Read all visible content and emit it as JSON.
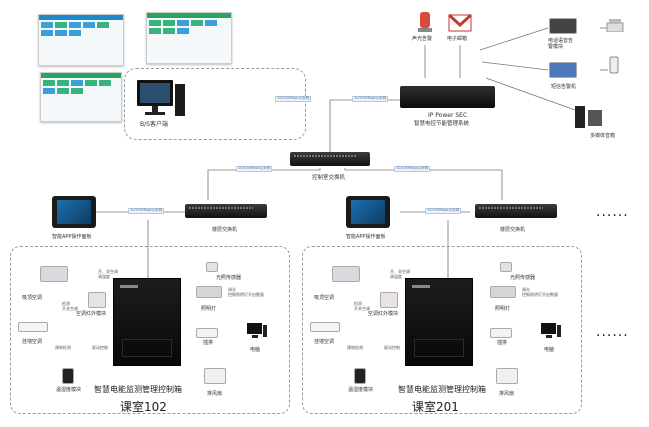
{
  "top": {
    "bs_client": "B/S客户端",
    "alarm_light": "声光告警",
    "email": "电子邮箱",
    "phone_voice": "电话语音告\n警模块",
    "sms": "短信告警机",
    "media": "多媒体音箱",
    "server_line1": "IP Power SEC",
    "server_line2": "智慧电控节能管理系统",
    "control_switch": "控制室交换机",
    "link_tag": "10/100Mbps以太网"
  },
  "left": {
    "panel": "智能APP操作面板",
    "floor_switch": "楼层交换机",
    "ceiling_ac": "吸顶空调",
    "wall_ac": "挂墙空调",
    "ac_module": "空调红外模块",
    "thermo": "温湿度模块",
    "power_ctl": "开、关空调\n调温度",
    "ctl_note1": "检测\n开关空调",
    "ctl_note2": "建筑检测",
    "ctl_note3": "驱动控制",
    "light_sensor": "光照传感器",
    "light_note": "调光\n控制照明灯开启数量",
    "light": "照明灯",
    "socket": "插排",
    "pc": "电脑",
    "fan": "排风扇",
    "cabinet": "智慧电能监测管理控制箱",
    "room": "课室102"
  },
  "right": {
    "panel": "智能APP操作面板",
    "floor_switch": "楼层交换机",
    "ceiling_ac": "吸顶空调",
    "wall_ac": "挂墙空调",
    "ac_module": "空调红外模块",
    "thermo": "温湿度模块",
    "power_ctl": "开、关空调\n调温度",
    "ctl_note1": "检测\n开关空调",
    "ctl_note2": "建筑检测",
    "ctl_note3": "驱动控制",
    "light_sensor": "光照传感器",
    "light_note": "调光\n控制照明灯开启数量",
    "light": "照明灯",
    "socket": "插排",
    "pc": "电脑",
    "fan": "排风扇",
    "cabinet": "智慧电能监测管理控制箱",
    "room": "课室201"
  },
  "dots": "......"
}
